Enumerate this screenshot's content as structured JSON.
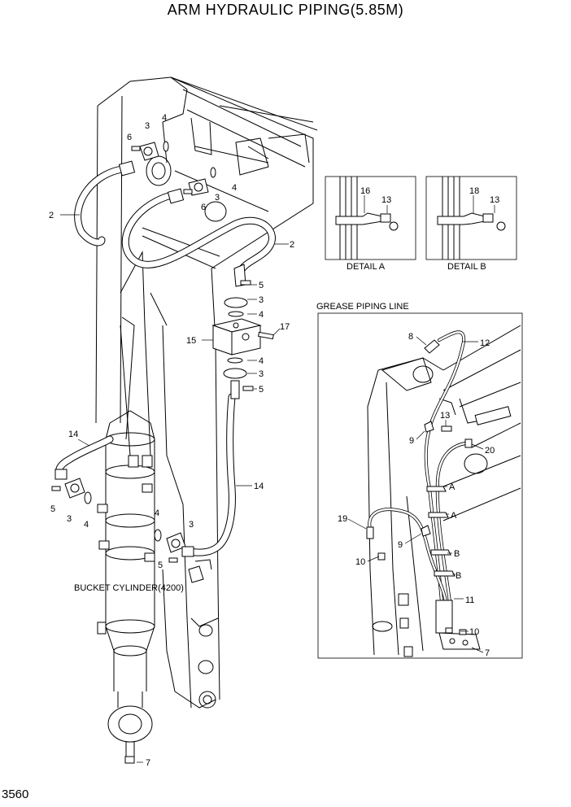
{
  "title": "ARM HYDRAULIC PIPING(5.85M)",
  "page_number": "3560",
  "captions": {
    "detail_a": "DETAIL A",
    "detail_b": "DETAIL B",
    "grease_line": "GREASE PIPING LINE",
    "bucket_cylinder": "BUCKET CYLINDER(4200)"
  },
  "callouts": {
    "main": [
      "6",
      "3",
      "4",
      "4",
      "3",
      "6",
      "2",
      "2",
      "5",
      "3",
      "4",
      "17",
      "15",
      "4",
      "3",
      "5",
      "14",
      "14",
      "5",
      "3",
      "4",
      "4",
      "3",
      "5",
      "7"
    ],
    "detail_a": [
      "16",
      "13"
    ],
    "detail_b": [
      "18",
      "13"
    ],
    "grease": [
      "8",
      "12",
      "13",
      "9",
      "20",
      "A",
      "A",
      "19",
      "9",
      "B",
      "10",
      "B",
      "11",
      "10",
      "7"
    ]
  }
}
